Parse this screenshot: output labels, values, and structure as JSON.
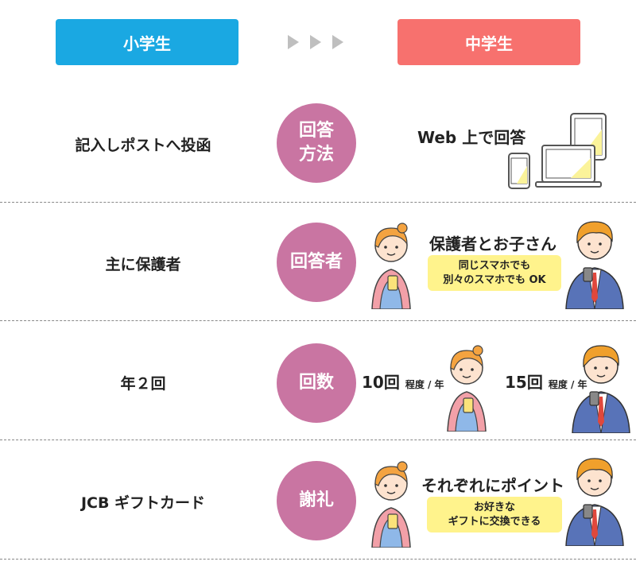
{
  "header": {
    "left_label": "小学生",
    "right_label": "中学生",
    "arrow_icon": "triple-triangle-right-icon"
  },
  "rows": [
    {
      "left": "記入しポストへ投函",
      "circle_lines": [
        "回答",
        "方法"
      ],
      "right_title": "Web 上で回答"
    },
    {
      "left": "主に保護者",
      "circle_lines": [
        "回答者"
      ],
      "right_title": "保護者とお子さん",
      "note_lines": [
        "同じスマホでも",
        "別々のスマホでも OK"
      ]
    },
    {
      "left": "年２回",
      "circle_lines": [
        "回数"
      ],
      "count_a": {
        "num": "10回",
        "unit": "程度 / 年"
      },
      "count_b": {
        "num": "15回",
        "unit": "程度 / 年"
      }
    },
    {
      "left": "JCB ギフトカード",
      "circle_lines": [
        "謝礼"
      ],
      "right_title": "それぞれにポイント",
      "note_lines": [
        "お好きな",
        "ギフトに交換できる"
      ]
    }
  ],
  "colors": {
    "elementary": "#1aa8e2",
    "junior_high": "#f7716e",
    "circle": "#c975a2",
    "note": "#fff38c"
  }
}
